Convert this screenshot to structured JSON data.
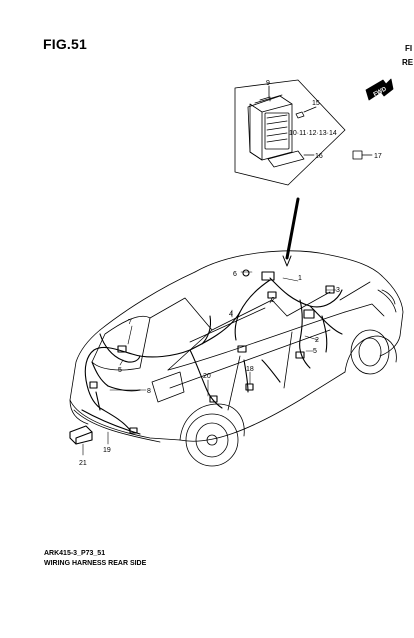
{
  "figure": {
    "title": "FIG.51",
    "edge_text_top": "FI",
    "edge_text_second": "RE",
    "fwd_label": "FWD"
  },
  "callouts": {
    "module": "9",
    "clip_15": "15",
    "row_numbers": "10·11·12·13·14",
    "cover_16": "16",
    "clip_17": "17",
    "c1": "1",
    "c2a": "2",
    "c2b": "2",
    "c3": "3",
    "c4": "4",
    "c5a": "5",
    "c5b": "5",
    "c6": "6",
    "c7": "7",
    "c8": "8",
    "c18": "18",
    "c19": "19",
    "c20": "20",
    "c21": "21"
  },
  "caption": {
    "code": "ARK415-3_P73_51",
    "description": "WIRING HARNESS REAR SIDE"
  }
}
